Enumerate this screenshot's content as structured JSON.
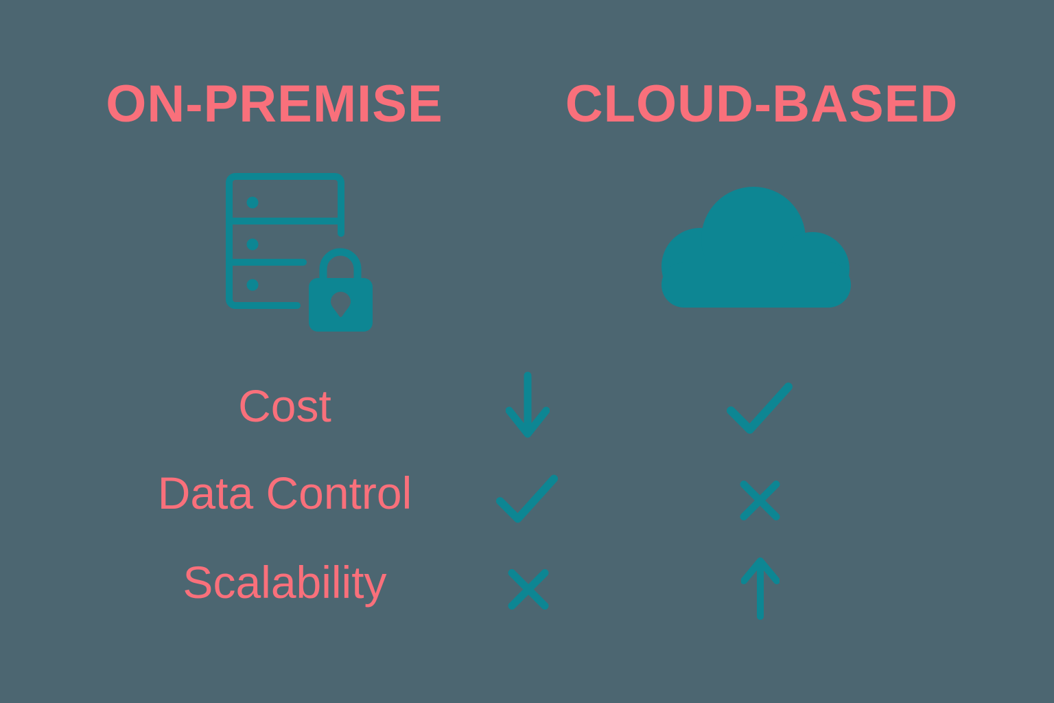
{
  "colors": {
    "background": "#4C6671",
    "teal": "#0D8693",
    "coral": "#F9707B"
  },
  "columns": {
    "left_title": "ON-PREMISE",
    "right_title": "CLOUD-BASED"
  },
  "icons": {
    "left": "server-lock",
    "right": "cloud"
  },
  "rows": [
    {
      "label": "Cost",
      "on_premise": "arrow-down",
      "cloud_based": "check"
    },
    {
      "label": "Data Control",
      "on_premise": "check",
      "cloud_based": "cross"
    },
    {
      "label": "Scalability",
      "on_premise": "cross",
      "cloud_based": "arrow-up"
    }
  ]
}
